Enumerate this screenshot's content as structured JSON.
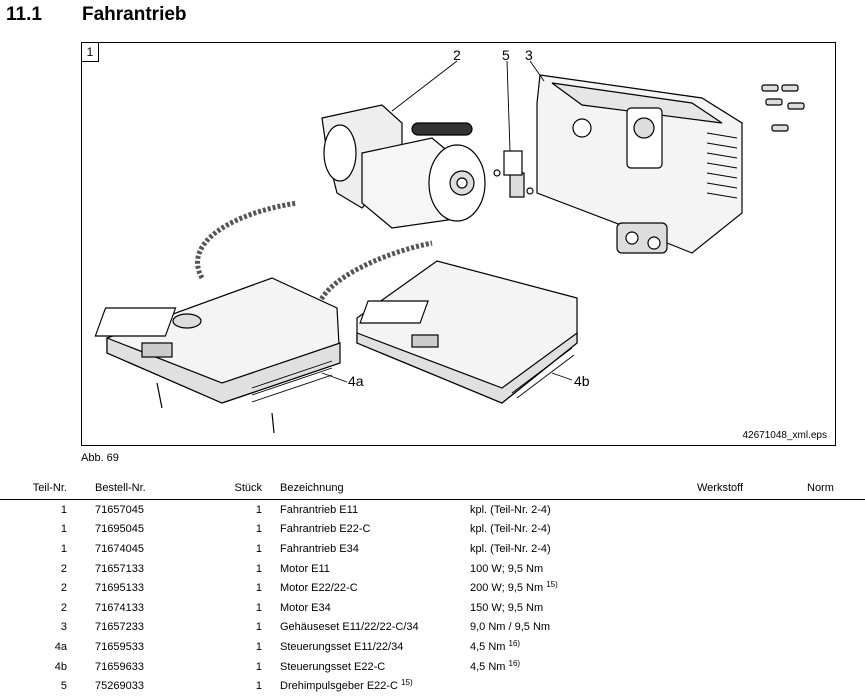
{
  "section": {
    "number": "11.1",
    "title": "Fahrantrieb"
  },
  "figure": {
    "index": "1",
    "callouts": [
      "2",
      "5",
      "3",
      "4a",
      "4b"
    ],
    "file_label": "42671048_xml.eps",
    "caption": "Abb. 69"
  },
  "table": {
    "headers": {
      "teil_nr": "Teil-Nr.",
      "bestell_nr": "Bestell-Nr.",
      "stueck": "Stück",
      "bezeichnung": "Bezeichnung",
      "werkstoff": "Werkstoff",
      "norm": "Norm"
    },
    "rows": [
      {
        "teil": "1",
        "bestell": "71657045",
        "stueck": "1",
        "bez": "Fahrantrieb E11",
        "info": "kpl. (Teil-Nr. 2-4)",
        "note": ""
      },
      {
        "teil": "1",
        "bestell": "71695045",
        "stueck": "1",
        "bez": "Fahrantrieb E22-C",
        "info": "kpl. (Teil-Nr. 2-4)",
        "note": ""
      },
      {
        "teil": "1",
        "bestell": "71674045",
        "stueck": "1",
        "bez": "Fahrantrieb E34",
        "info": "kpl. (Teil-Nr. 2-4)",
        "note": ""
      },
      {
        "teil": "2",
        "bestell": "71657133",
        "stueck": "1",
        "bez": "Motor E11",
        "info": "100 W; 9,5 Nm",
        "note": ""
      },
      {
        "teil": "2",
        "bestell": "71695133",
        "stueck": "1",
        "bez": "Motor E22/22-C",
        "info": "200 W; 9,5 Nm",
        "note": "15)"
      },
      {
        "teil": "2",
        "bestell": "71674133",
        "stueck": "1",
        "bez": "Motor E34",
        "info": "150 W; 9,5 Nm",
        "note": ""
      },
      {
        "teil": "3",
        "bestell": "71657233",
        "stueck": "1",
        "bez": "Gehäuseset E11/22/22-C/34",
        "info": "9,0 Nm / 9,5 Nm",
        "note": ""
      },
      {
        "teil": "4a",
        "bestell": "71659533",
        "stueck": "1",
        "bez": "Steuerungsset E11/22/34",
        "info": "4,5 Nm",
        "note": "16)"
      },
      {
        "teil": "4b",
        "bestell": "71659633",
        "stueck": "1",
        "bez": "Steuerungsset E22-C",
        "info": "4,5 Nm",
        "note": "16)"
      },
      {
        "teil": "5",
        "bestell": "75269033",
        "stueck": "1",
        "bez": "Drehimpulsgeber E22-C",
        "info": "",
        "note": "15)"
      }
    ]
  }
}
